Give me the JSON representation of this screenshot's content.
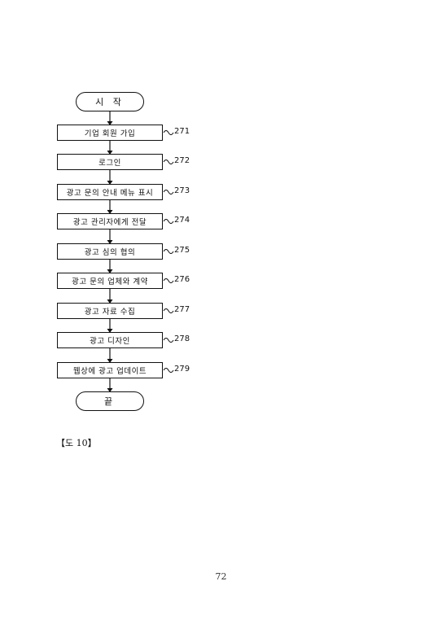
{
  "flowchart": {
    "start_label": "시 작",
    "end_label": "끝",
    "steps": [
      {
        "label": "기업 회원 가입",
        "ref": "271"
      },
      {
        "label": "로그인",
        "ref": "272"
      },
      {
        "label": "광고 문의 안내 메뉴 표시",
        "ref": "273"
      },
      {
        "label": "광고 관리자에게 전달",
        "ref": "274"
      },
      {
        "label": "광고 심의 협의",
        "ref": "275"
      },
      {
        "label": "광고 문의 업체와 계약",
        "ref": "276"
      },
      {
        "label": "광고 자료 수집",
        "ref": "277"
      },
      {
        "label": "광고 디자인",
        "ref": "278"
      },
      {
        "label": "웹상에 광고 업데이트",
        "ref": "279"
      }
    ]
  },
  "figure_label": "【도 10】",
  "page_number": "72"
}
